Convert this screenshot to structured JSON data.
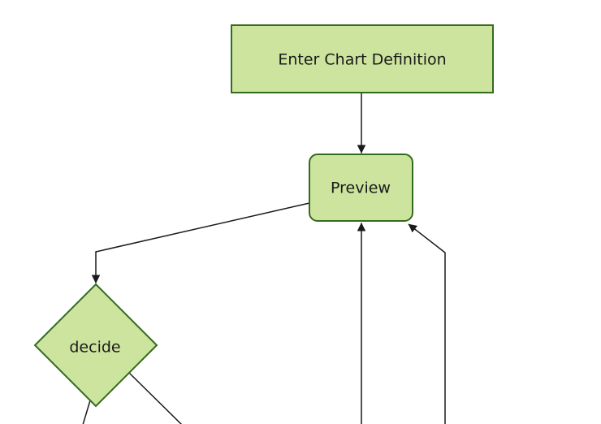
{
  "diagram": {
    "type": "flowchart",
    "direction": "top-down",
    "colors": {
      "background": "#ffffff",
      "node_fill": "#cde49e",
      "node_stroke": "#356b1f",
      "edge_color": "#1a1a1a",
      "text_color": "#1a1a1a"
    },
    "nodes": [
      {
        "id": "enter",
        "label": "Enter Chart Definition",
        "shape": "rectangle"
      },
      {
        "id": "preview",
        "label": "Preview",
        "shape": "rounded-rectangle"
      },
      {
        "id": "decide",
        "label": "decide",
        "shape": "diamond"
      }
    ],
    "edges": [
      {
        "from": "enter",
        "to": "preview",
        "arrowhead": true
      },
      {
        "from": "preview",
        "to": "decide",
        "arrowhead": true
      },
      {
        "from": "offscreen-bottom",
        "to": "preview",
        "arrowhead": true
      },
      {
        "from": "offscreen-bottom-right",
        "to": "preview",
        "arrowhead": true
      },
      {
        "from": "decide",
        "to": "offscreen-bottom-left",
        "arrowhead": false
      },
      {
        "from": "decide",
        "to": "offscreen-bottom-right",
        "arrowhead": false
      }
    ]
  }
}
